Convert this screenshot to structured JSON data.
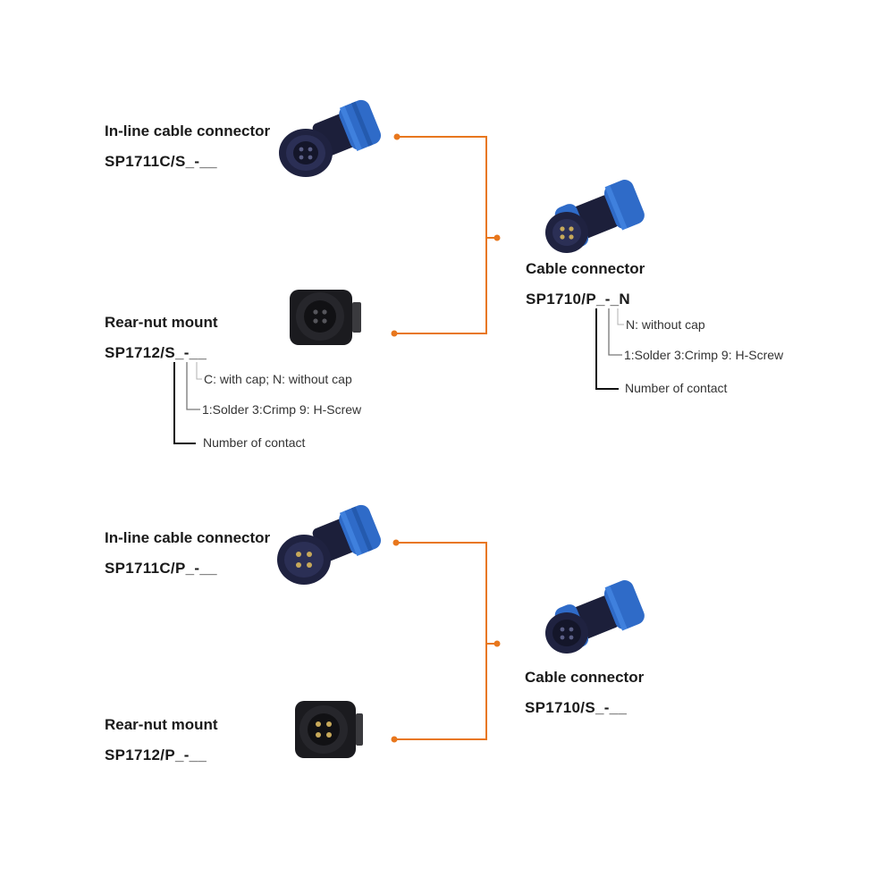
{
  "accent_color": "#e8771d",
  "top_group": {
    "inline": {
      "title": "In-line cable connector",
      "model": "SP1711C/S_-__",
      "icon": "inline-socket-connector-photo"
    },
    "rear_nut": {
      "title": "Rear-nut mount",
      "model": "SP1712/S_-__",
      "icon": "rear-nut-socket-photo",
      "notes": [
        "C: with cap; N: without cap",
        "1:Solder 3:Crimp 9: H-Screw",
        "Number of contact"
      ]
    },
    "cable": {
      "title": "Cable connector",
      "model": "SP1710/P_-_N",
      "icon": "cable-plug-connector-photo",
      "notes": [
        "N: without cap",
        "1:Solder 3:Crimp 9: H-Screw",
        "Number of contact"
      ]
    }
  },
  "bottom_group": {
    "inline": {
      "title": "In-line cable connector",
      "model": "SP1711C/P_-__",
      "icon": "inline-plug-connector-photo"
    },
    "rear_nut": {
      "title": "Rear-nut mount",
      "model": "SP1712/P_-__",
      "icon": "rear-nut-plug-photo"
    },
    "cable": {
      "title": "Cable connector",
      "model": "SP1710/S_-__",
      "icon": "cable-socket-connector-photo"
    }
  }
}
